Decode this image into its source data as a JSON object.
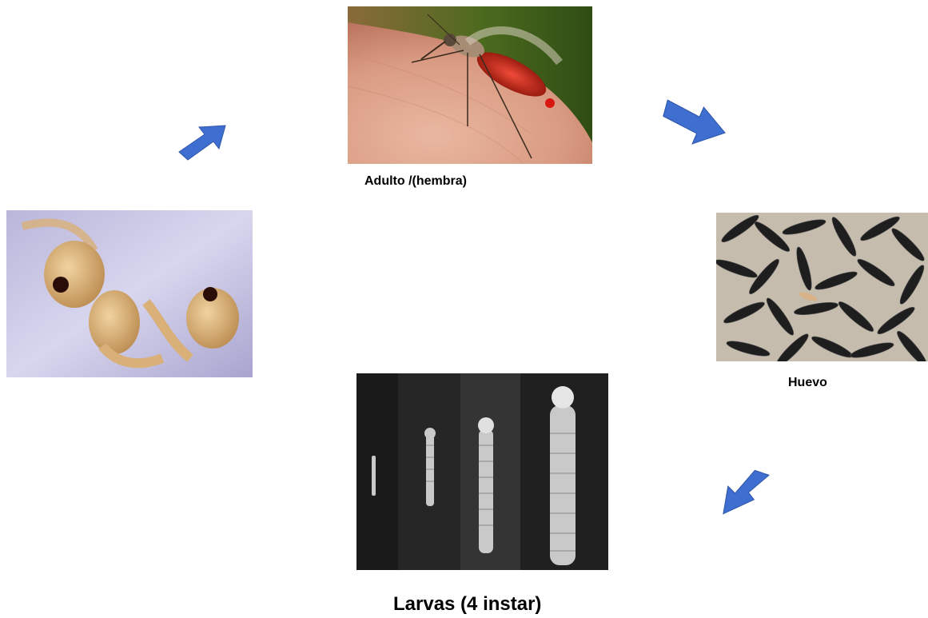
{
  "stages": {
    "adult": {
      "label": "Adulto /(hembra)",
      "image": "mosquito-feeding-photo"
    },
    "egg": {
      "label": "Huevo",
      "image": "mosquito-eggs-photo"
    },
    "larvae": {
      "label": "Larvas (4 instar)",
      "image": "larvae-four-instars-photo"
    },
    "pupa": {
      "label": "",
      "image": "pupae-photo"
    }
  },
  "arrows": {
    "color": "#3e6fd0",
    "icon": "block-arrow-icon"
  }
}
